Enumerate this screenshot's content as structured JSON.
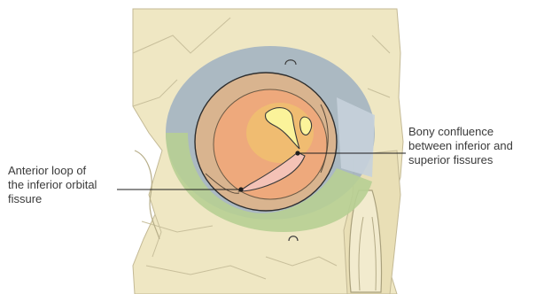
{
  "labels": {
    "anterior_loop": {
      "lines": [
        "Anterior loop of",
        "the inferior orbital",
        "fissure"
      ]
    },
    "bony_confluence": {
      "lines": [
        "Bony confluence",
        "between inferior and",
        "superior fissures"
      ]
    }
  },
  "colors": {
    "background": "#ffffff",
    "bone": "#efe7c3",
    "bone_outline": "#b9b08c",
    "zone_blue": "#9fb0c2",
    "zone_green": "#b7cf94",
    "zone_orange": "#eea97c",
    "zone_pink": "#f4c2b6",
    "fissure_yellow": "#fbf39a",
    "outline": "#2e2e2e"
  }
}
